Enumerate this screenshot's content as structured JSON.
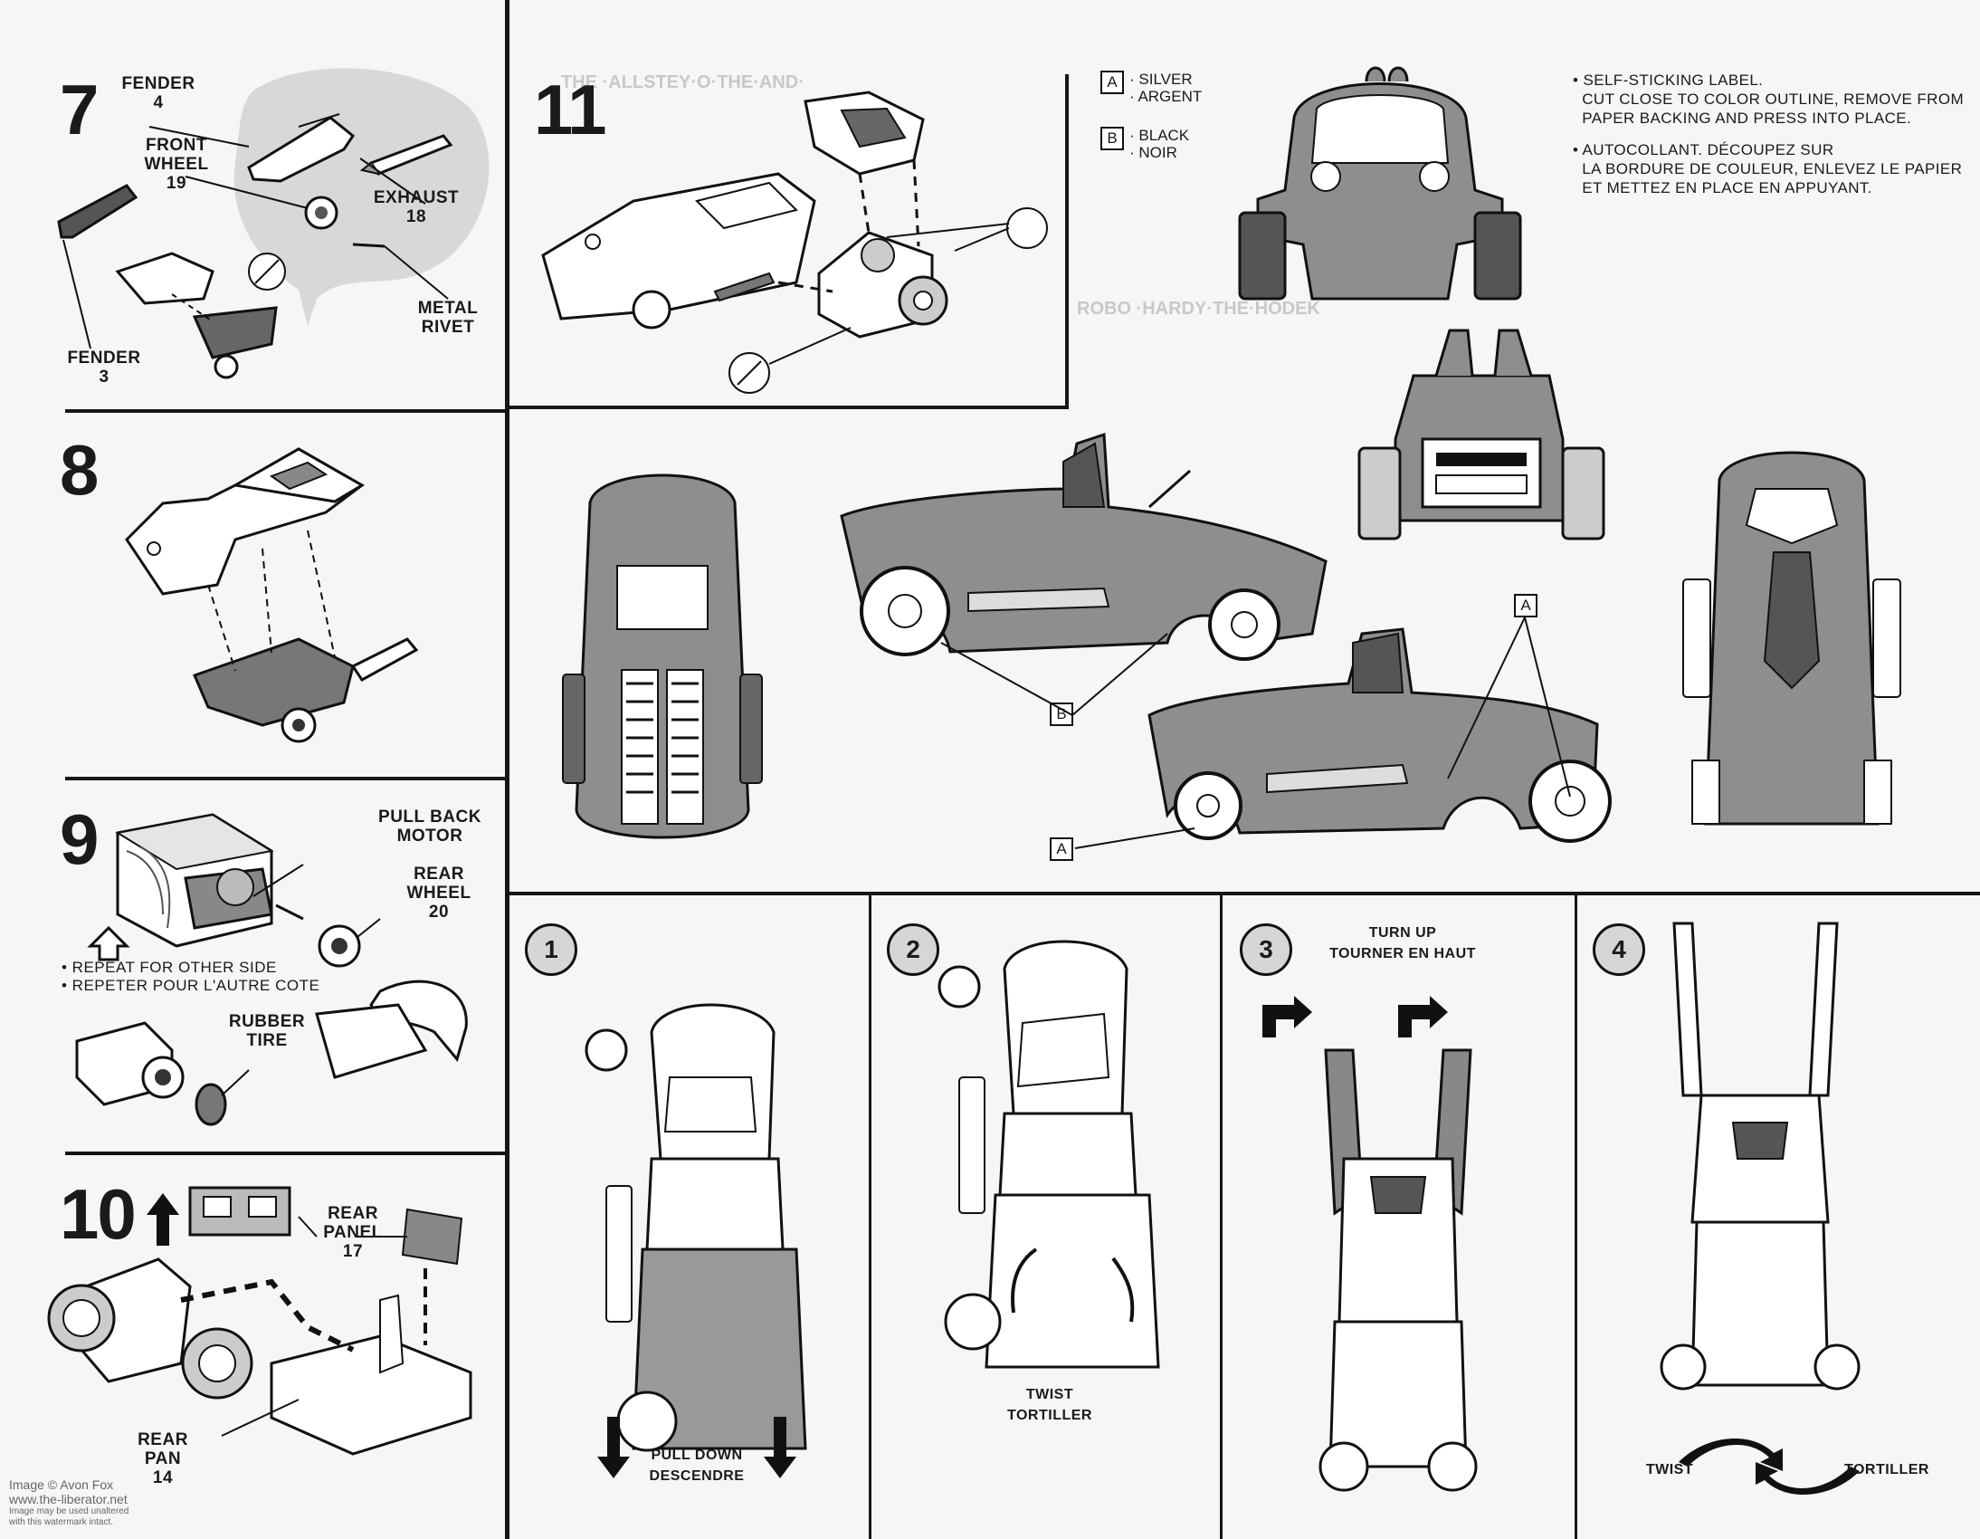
{
  "step7": {
    "number": "7",
    "labels": {
      "fender4": "FENDER\n4",
      "front_wheel": "FRONT\nWHEEL\n19",
      "exhaust": "EXHAUST\n18",
      "metal_rivet": "METAL\nRIVET",
      "fender3": "FENDER\n3"
    }
  },
  "step8": {
    "number": "8"
  },
  "step9": {
    "number": "9",
    "labels": {
      "pull_back_motor": "PULL BACK\nMOTOR",
      "rear_wheel": "REAR\nWHEEL\n20",
      "rubber_tire": "RUBBER\nTIRE"
    },
    "repeat_en": "• REPEAT FOR OTHER SIDE",
    "repeat_fr": "• REPETER POUR L'AUTRE COTE"
  },
  "step10": {
    "number": "10",
    "labels": {
      "rear_panel": "REAR\nPANEL\n17",
      "rear_pan": "REAR\nPAN\n14"
    }
  },
  "step11": {
    "number": "11"
  },
  "legend": {
    "a_letter": "A",
    "a_en": "· SILVER",
    "a_fr": "· ARGENT",
    "b_letter": "B",
    "b_en": "· BLACK",
    "b_fr": "· NOIR"
  },
  "label_note": {
    "en": "• SELF-STICKING LABEL.\n  CUT CLOSE TO COLOR OUTLINE, REMOVE FROM\n  PAPER BACKING AND PRESS INTO PLACE.",
    "fr": "• AUTOCOLLANT. DÉCOUPEZ SUR\n  LA BORDURE DE COULEUR, ENLEVEZ LE PAPIER\n  ET METTEZ EN PLACE EN APPUYANT."
  },
  "callouts": {
    "a_top": "A",
    "b_mid": "B",
    "a_bottom": "A"
  },
  "transform": {
    "step1": {
      "number": "1",
      "caption_en": "PULL DOWN",
      "caption_fr": "DESCENDRE"
    },
    "step2": {
      "number": "2",
      "caption_en": "TWIST",
      "caption_fr": "TORTILLER"
    },
    "step3": {
      "number": "3",
      "caption_en": "TURN UP",
      "caption_fr": "TOURNER EN HAUT"
    },
    "step4": {
      "number": "4",
      "caption_en": "TWIST",
      "caption_fr": "TORTILLER"
    }
  },
  "watermark": {
    "line1": "Image © Avon Fox",
    "line2": "www.the-liberator.net",
    "line3": "Image may be used unaltered",
    "line4": "with this watermark intact."
  },
  "colors": {
    "gray_fill": "#8e8e8c",
    "light_fill": "#d6d6d4",
    "ink": "#151515"
  }
}
